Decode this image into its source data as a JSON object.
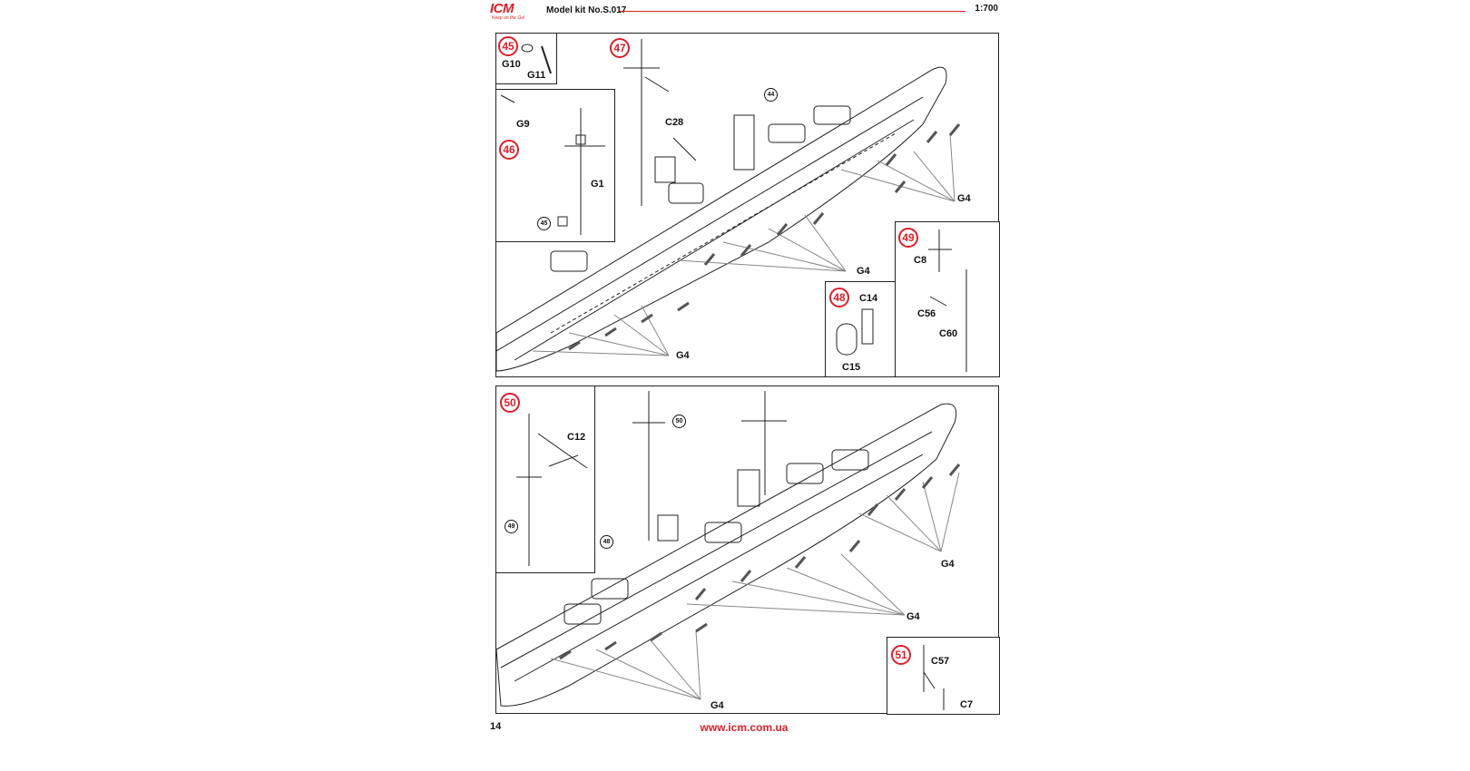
{
  "header": {
    "brand": "ICM",
    "brand_tagline": "Keep on the Go!",
    "kit_label": "Model kit No.S.017",
    "scale": "1:700"
  },
  "steps": {
    "s45": {
      "number": "45",
      "parts": [
        "G10",
        "G11"
      ]
    },
    "s46": {
      "number": "46",
      "parts": [
        "G9",
        "G1"
      ],
      "ref": "45"
    },
    "s47": {
      "number": "47",
      "parts": [
        "C28",
        "G4",
        "G4",
        "G4"
      ],
      "ref": "44"
    },
    "s48": {
      "number": "48",
      "parts": [
        "C14",
        "C15"
      ]
    },
    "s49": {
      "number": "49",
      "parts": [
        "C8",
        "C56",
        "C60"
      ]
    },
    "s50": {
      "number": "50",
      "parts": [
        "C12"
      ],
      "ref": "49"
    },
    "main2": {
      "refs": [
        "50",
        "48"
      ],
      "parts": [
        "G4",
        "G4",
        "G4"
      ]
    },
    "s51": {
      "number": "51",
      "parts": [
        "C57",
        "C7"
      ]
    }
  },
  "footer": {
    "page_number": "14",
    "url": "www.icm.com.ua"
  },
  "colors": {
    "accent": "#d9202a",
    "line": "#222222"
  }
}
